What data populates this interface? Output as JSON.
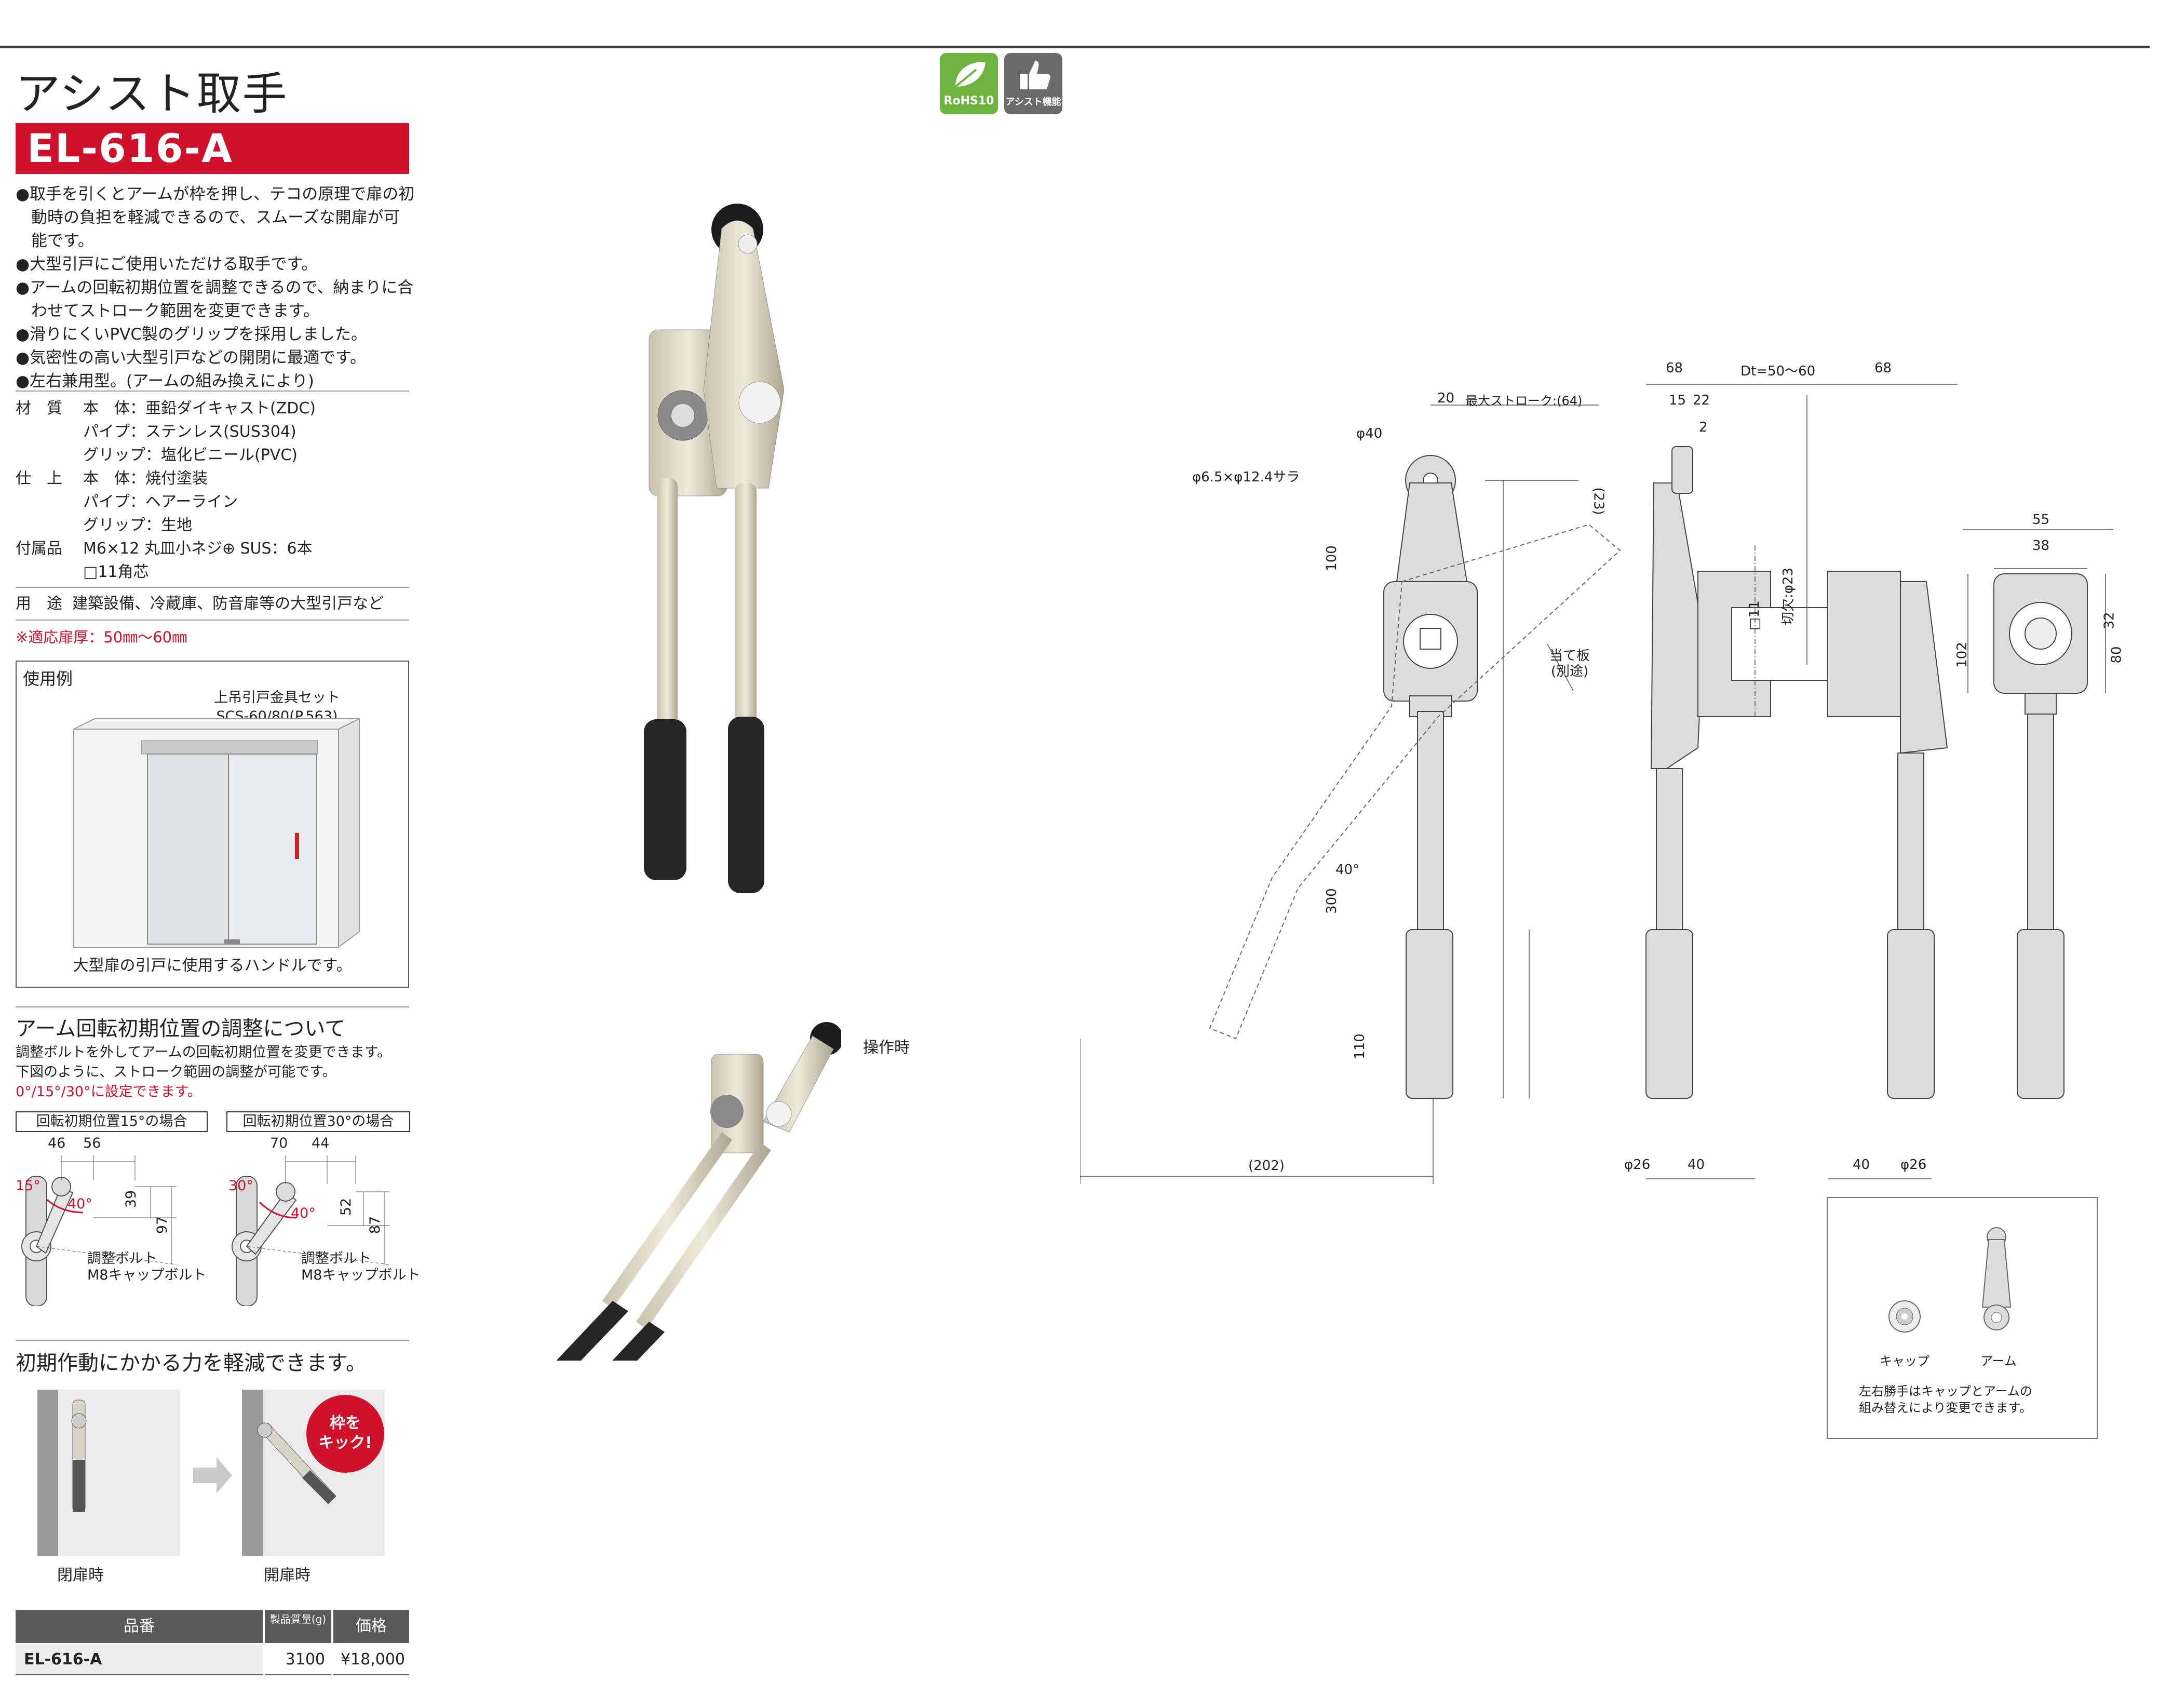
{
  "header": {
    "title": "アシスト取手",
    "model": "EL-616-A",
    "icons": [
      {
        "name": "rohs-icon",
        "label": "RoHS10",
        "color": "#6cb33f"
      },
      {
        "name": "assist-icon",
        "label": "アシスト機能",
        "color": "#6b6b6b"
      }
    ]
  },
  "features": [
    "●取手を引くとアームが枠を押し、テコの原理で扉の初動時の負担を軽減できるので、スムーズな開扉が可能です。",
    "●大型引戸にご使用いただける取手です。",
    "●アームの回転初期位置を調整できるので、納まりに合わせてストローク範囲を変更できます。",
    "●滑りにくいPVC製のグリップを採用しました。",
    "●気密性の高い大型引戸などの開閉に最適です。",
    "●左右兼用型。(アームの組み換えにより)"
  ],
  "specs": {
    "material_label": "材　質",
    "material": [
      "本　体：亜鉛ダイキャスト(ZDC)",
      "パイプ：ステンレス(SUS304)",
      "グリップ：塩化ビニール(PVC)"
    ],
    "finish_label": "仕　上",
    "finish": [
      "本　体：焼付塗装",
      "パイプ：ヘアーライン",
      "グリップ：生地"
    ],
    "accessory_label": "付属品",
    "accessory": [
      "M6×12 丸皿小ネジ⊕ SUS：6本",
      "□11角芯"
    ],
    "use_label": "用　途",
    "use": "建築設備、冷蔵庫、防音扉等の大型引戸など",
    "door_thickness": "※適応扉厚：50㎜〜60㎜"
  },
  "example": {
    "title": "使用例",
    "callout_line1": "上吊引戸金具セット",
    "callout_line2": "SCS-60/80(P.563)",
    "caption": "大型扉の引戸に使用するハンドルです。"
  },
  "adjust": {
    "title": "アーム回転初期位置の調整について",
    "desc": [
      "調整ボルトを外してアームの回転初期位置を変更できます。",
      "下図のように、ストローク範囲の調整が可能です。"
    ],
    "angles": "0°/15°/30°に設定できます。",
    "case15": {
      "label": "回転初期位置15°の場合",
      "dims": [
        "46",
        "56",
        "39",
        "97"
      ],
      "angle": "15°",
      "angle2": "40°"
    },
    "case30": {
      "label": "回転初期位置30°の場合",
      "dims": [
        "70",
        "44",
        "52",
        "87"
      ],
      "angle": "30°",
      "angle2": "40°"
    },
    "bolt_label1": "調整ボルト",
    "bolt_label2": "M8キャップボルト"
  },
  "reduce": {
    "title": "初期作動にかかる力を軽減できます。",
    "bubble": [
      "枠を",
      "キック!"
    ],
    "closed": "閉扉時",
    "open": "開扉時"
  },
  "table": {
    "headers": [
      "品番",
      "製品質量(g)",
      "価格"
    ],
    "rows": [
      [
        "EL-616-A",
        "3100",
        "¥18,000"
      ]
    ]
  },
  "photo": {
    "operating_label": "操作時"
  },
  "drawing": {
    "dims_front": [
      "20",
      "最大ストローク:(64)",
      "φ40",
      "φ6.5×φ12.4サラ",
      "(23)",
      "100",
      "300",
      "110",
      "(202)",
      "40°",
      "当て板",
      "(別途)"
    ],
    "dims_side": [
      "68",
      "Dt=50〜60",
      "68",
      "15",
      "22",
      "2",
      "□11",
      "切欠:φ23",
      "φ26",
      "40",
      "40",
      "φ26"
    ],
    "dims_back": [
      "55",
      "38",
      "32",
      "102",
      "80"
    ]
  },
  "swap": {
    "cap": "キャップ",
    "arm": "アーム",
    "note": [
      "左右勝手はキャップとアームの",
      "組み替えにより変更できます。"
    ]
  }
}
